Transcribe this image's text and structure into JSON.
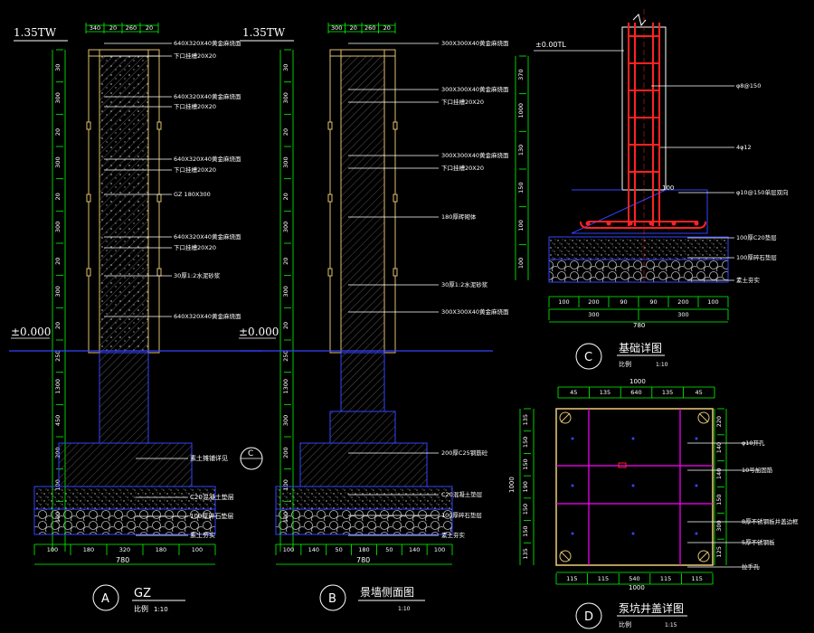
{
  "drawing_a": {
    "top_level": "1.35TW",
    "zero_level": "±0.000",
    "top_dims": [
      "340",
      "20",
      "260",
      "20"
    ],
    "left_dims": [
      "30",
      "300",
      "20",
      "300",
      "20",
      "300",
      "20",
      "300",
      "20",
      "250",
      "1300",
      "450",
      "200",
      "100",
      "100"
    ],
    "bottom_dims": [
      "100",
      "180",
      "320",
      "180",
      "100"
    ],
    "bottom_total": "780",
    "annotations": [
      "640X320X40黄金麻烧面",
      "下口挂槽20X20",
      "640X320X40黄金麻烧面",
      "下口挂槽20X20",
      "640X320X40黄金麻烧面",
      "下口挂槽20X20",
      "GZ 180X300",
      "640X320X40黄金麻烧面",
      "下口挂槽20X20",
      "30厚1:2水泥砂浆",
      "640X320X40黄金麻烧面",
      "素土摊铺详见",
      "C20混凝土垫层",
      "100厚碎石垫层",
      "素土夯实"
    ],
    "callout": "C",
    "title_circle": "A",
    "title": "GZ",
    "scale_label": "比例",
    "scale": "1:10"
  },
  "drawing_b": {
    "top_level": "1.35TW",
    "zero_level": "±0.000",
    "top_dims": [
      "300",
      "20",
      "260",
      "20"
    ],
    "left_dims": [
      "30",
      "300",
      "20",
      "300",
      "20",
      "300",
      "20",
      "300",
      "20",
      "250",
      "1300",
      "300",
      "200",
      "100",
      "100"
    ],
    "bottom_dims": [
      "100",
      "140",
      "50",
      "180",
      "50",
      "140",
      "100"
    ],
    "bottom_total": "780",
    "annotations": [
      "300X300X40黄金麻烧面",
      "300X300X40黄金麻烧面",
      "下口挂槽20X20",
      "300X300X40黄金麻烧面",
      "下口挂槽20X20",
      "180厚砖砌体",
      "30厚1:2水泥砂浆",
      "300X300X40黄金麻烧面",
      "200厚C25钢筋砼",
      "C20混凝土垫层",
      "100厚碎石垫层",
      "素土夯实"
    ],
    "title_circle": "B",
    "title": "景墙侧面图",
    "scale": "1:10"
  },
  "drawing_c": {
    "level": "±0.00TL",
    "left_dims": [
      "370",
      "1000",
      "130",
      "150",
      "100",
      "100"
    ],
    "bottom_dims": [
      "100",
      "200",
      "90",
      "90",
      "200",
      "100"
    ],
    "bottom_sub": [
      "300",
      "300"
    ],
    "bottom_total": "780",
    "dim_100": "100",
    "annotations": [
      "φ8@150",
      "4φ12",
      "φ10@150单层双向",
      "100厚C20垫层",
      "100厚碎石垫层",
      "素土夯实"
    ],
    "title_circle": "C",
    "title": "基础详图",
    "scale_label": "比例",
    "scale": "1:10"
  },
  "drawing_d": {
    "top_dims": [
      "45",
      "135",
      "640",
      "135",
      "45"
    ],
    "top_total": "1000",
    "left_total": "1000",
    "left_dims": [
      "135",
      "150",
      "150",
      "190",
      "150",
      "150",
      "135"
    ],
    "right_dims": [
      "220",
      "140",
      "140",
      "150",
      "300",
      "125"
    ],
    "bottom_dims": [
      "115",
      "115",
      "540",
      "115",
      "115"
    ],
    "bottom_total": "1000",
    "annotations": [
      "φ10开孔",
      "10号加固筋",
      "8厚不锈钢板井盖边框",
      "5厚不锈钢板",
      "拉手孔"
    ],
    "title_circle": "D",
    "title": "泵坑井盖详图",
    "scale_label": "比例",
    "scale": "1:15"
  },
  "colors": {
    "background": "#000000",
    "dimension": "#00ff00",
    "outline": "#ffffff",
    "hatch": "#6e6e6e",
    "cladding": "#e0c070",
    "ground": "#3344ff",
    "rebar": "#ff2222",
    "magenta": "#ff00ff",
    "label": "#ffffff"
  }
}
